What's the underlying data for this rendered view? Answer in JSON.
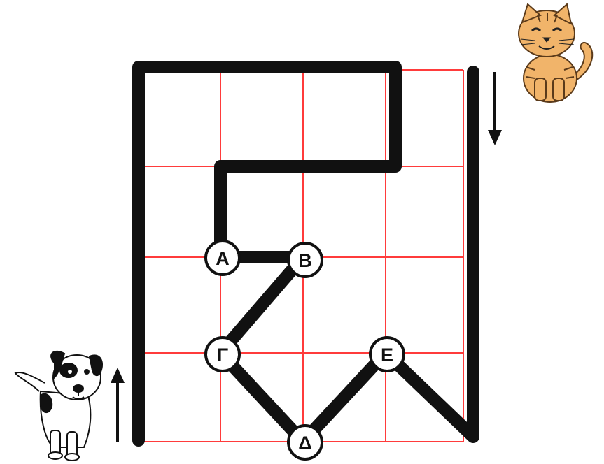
{
  "diagram": {
    "grid_color": "#ff3b3b",
    "path_color": "#111111",
    "nodes": [
      {
        "id": "A",
        "label": "Α"
      },
      {
        "id": "B",
        "label": "Β"
      },
      {
        "id": "G",
        "label": "Γ"
      },
      {
        "id": "D",
        "label": "Δ"
      },
      {
        "id": "E",
        "label": "Ε"
      }
    ],
    "characters": {
      "cat": "cat-icon",
      "dog": "dog-icon"
    },
    "arrows": {
      "cat_side": "down-arrow-icon",
      "dog_side": "up-arrow-icon"
    }
  }
}
